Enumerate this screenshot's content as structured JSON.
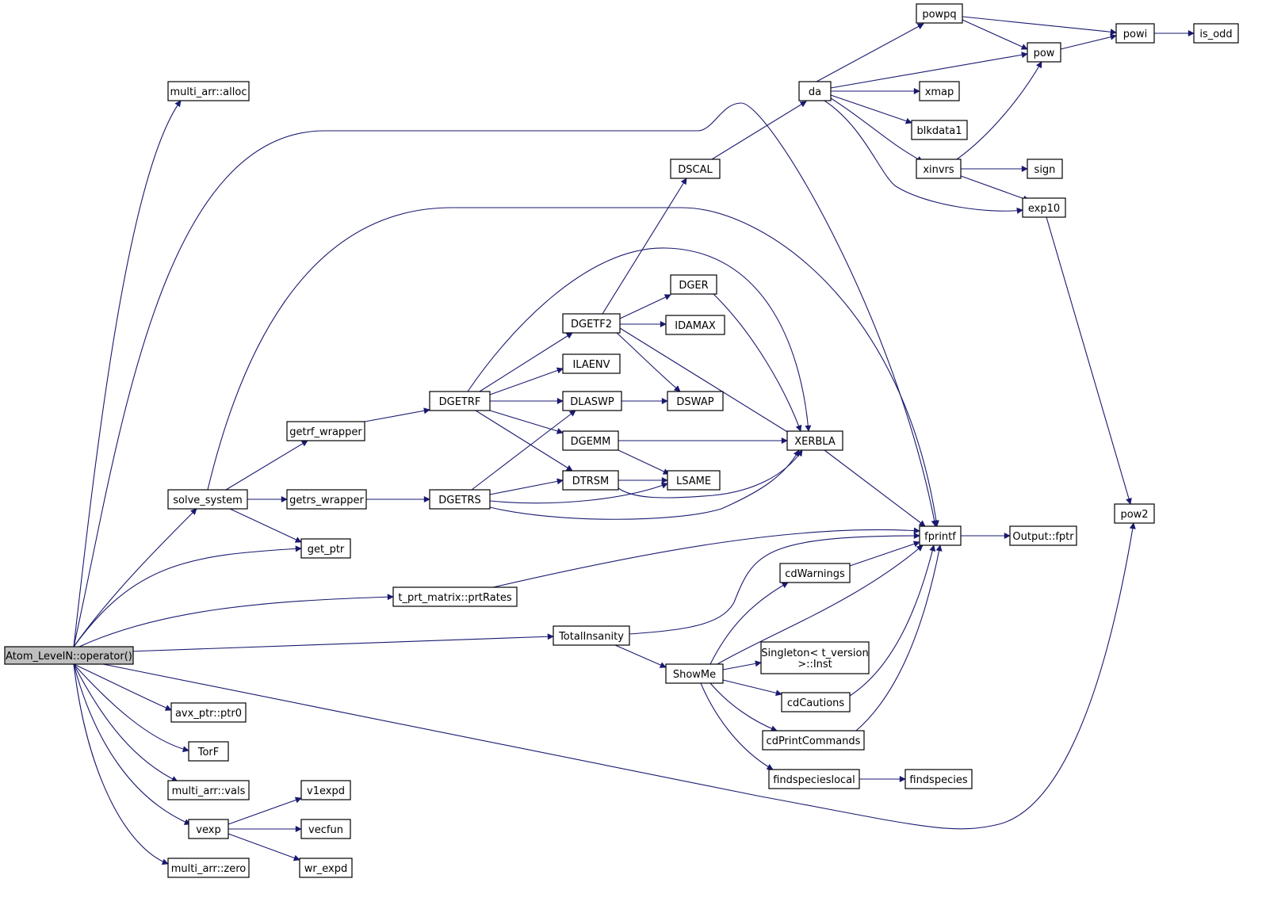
{
  "graph": {
    "nodes": [
      {
        "id": "root",
        "lines": [
          "Atom_LevelN::operator()"
        ],
        "root": true
      },
      {
        "id": "alloc",
        "lines": [
          "multi_arr::alloc"
        ]
      },
      {
        "id": "solve",
        "lines": [
          "solve_system"
        ]
      },
      {
        "id": "getrfw",
        "lines": [
          "getrf_wrapper"
        ]
      },
      {
        "id": "getrsw",
        "lines": [
          "getrs_wrapper"
        ]
      },
      {
        "id": "getptr",
        "lines": [
          "get_ptr"
        ]
      },
      {
        "id": "prtRates",
        "lines": [
          "t_prt_matrix::prtRates"
        ]
      },
      {
        "id": "total",
        "lines": [
          "TotalInsanity"
        ]
      },
      {
        "id": "showme",
        "lines": [
          "ShowMe"
        ]
      },
      {
        "id": "ptr0",
        "lines": [
          "avx_ptr::ptr0"
        ]
      },
      {
        "id": "torf",
        "lines": [
          "TorF"
        ]
      },
      {
        "id": "vals",
        "lines": [
          "multi_arr::vals"
        ]
      },
      {
        "id": "vexp",
        "lines": [
          "vexp"
        ]
      },
      {
        "id": "zero",
        "lines": [
          "multi_arr::zero"
        ]
      },
      {
        "id": "v1expd",
        "lines": [
          "v1expd"
        ]
      },
      {
        "id": "vecfun",
        "lines": [
          "vecfun"
        ]
      },
      {
        "id": "wrexpd",
        "lines": [
          "wr_expd"
        ]
      },
      {
        "id": "dgetrf",
        "lines": [
          "DGETRF"
        ]
      },
      {
        "id": "dgetrs",
        "lines": [
          "DGETRS"
        ]
      },
      {
        "id": "dgetf2",
        "lines": [
          "DGETF2"
        ]
      },
      {
        "id": "ilaenv",
        "lines": [
          "ILAENV"
        ]
      },
      {
        "id": "dlaswp",
        "lines": [
          "DLASWP"
        ]
      },
      {
        "id": "dgemm",
        "lines": [
          "DGEMM"
        ]
      },
      {
        "id": "dtrsm",
        "lines": [
          "DTRSM"
        ]
      },
      {
        "id": "dscal",
        "lines": [
          "DSCAL"
        ]
      },
      {
        "id": "dger",
        "lines": [
          "DGER"
        ]
      },
      {
        "id": "idamax",
        "lines": [
          "IDAMAX"
        ]
      },
      {
        "id": "dswap",
        "lines": [
          "DSWAP"
        ]
      },
      {
        "id": "lsame",
        "lines": [
          "LSAME"
        ]
      },
      {
        "id": "xerbla",
        "lines": [
          "XERBLA"
        ]
      },
      {
        "id": "da",
        "lines": [
          "da"
        ]
      },
      {
        "id": "powpq",
        "lines": [
          "powpq"
        ]
      },
      {
        "id": "pow",
        "lines": [
          "pow"
        ]
      },
      {
        "id": "powi",
        "lines": [
          "powi"
        ]
      },
      {
        "id": "isodd",
        "lines": [
          "is_odd"
        ]
      },
      {
        "id": "xmap",
        "lines": [
          "xmap"
        ]
      },
      {
        "id": "blkdata1",
        "lines": [
          "blkdata1"
        ]
      },
      {
        "id": "xinvrs",
        "lines": [
          "xinvrs"
        ]
      },
      {
        "id": "sign",
        "lines": [
          "sign"
        ]
      },
      {
        "id": "exp10",
        "lines": [
          "exp10"
        ]
      },
      {
        "id": "pow2",
        "lines": [
          "pow2"
        ]
      },
      {
        "id": "fprintf",
        "lines": [
          "fprintf"
        ]
      },
      {
        "id": "fptr",
        "lines": [
          "Output::fptr"
        ]
      },
      {
        "id": "cdwarn",
        "lines": [
          "cdWarnings"
        ]
      },
      {
        "id": "singleton",
        "lines": [
          "Singleton< t_version",
          ">::Inst"
        ]
      },
      {
        "id": "cdcaut",
        "lines": [
          "cdCautions"
        ]
      },
      {
        "id": "cdprint",
        "lines": [
          "cdPrintCommands"
        ]
      },
      {
        "id": "findlocal",
        "lines": [
          "findspecieslocal"
        ]
      },
      {
        "id": "findspecies",
        "lines": [
          "findspecies"
        ]
      }
    ]
  }
}
